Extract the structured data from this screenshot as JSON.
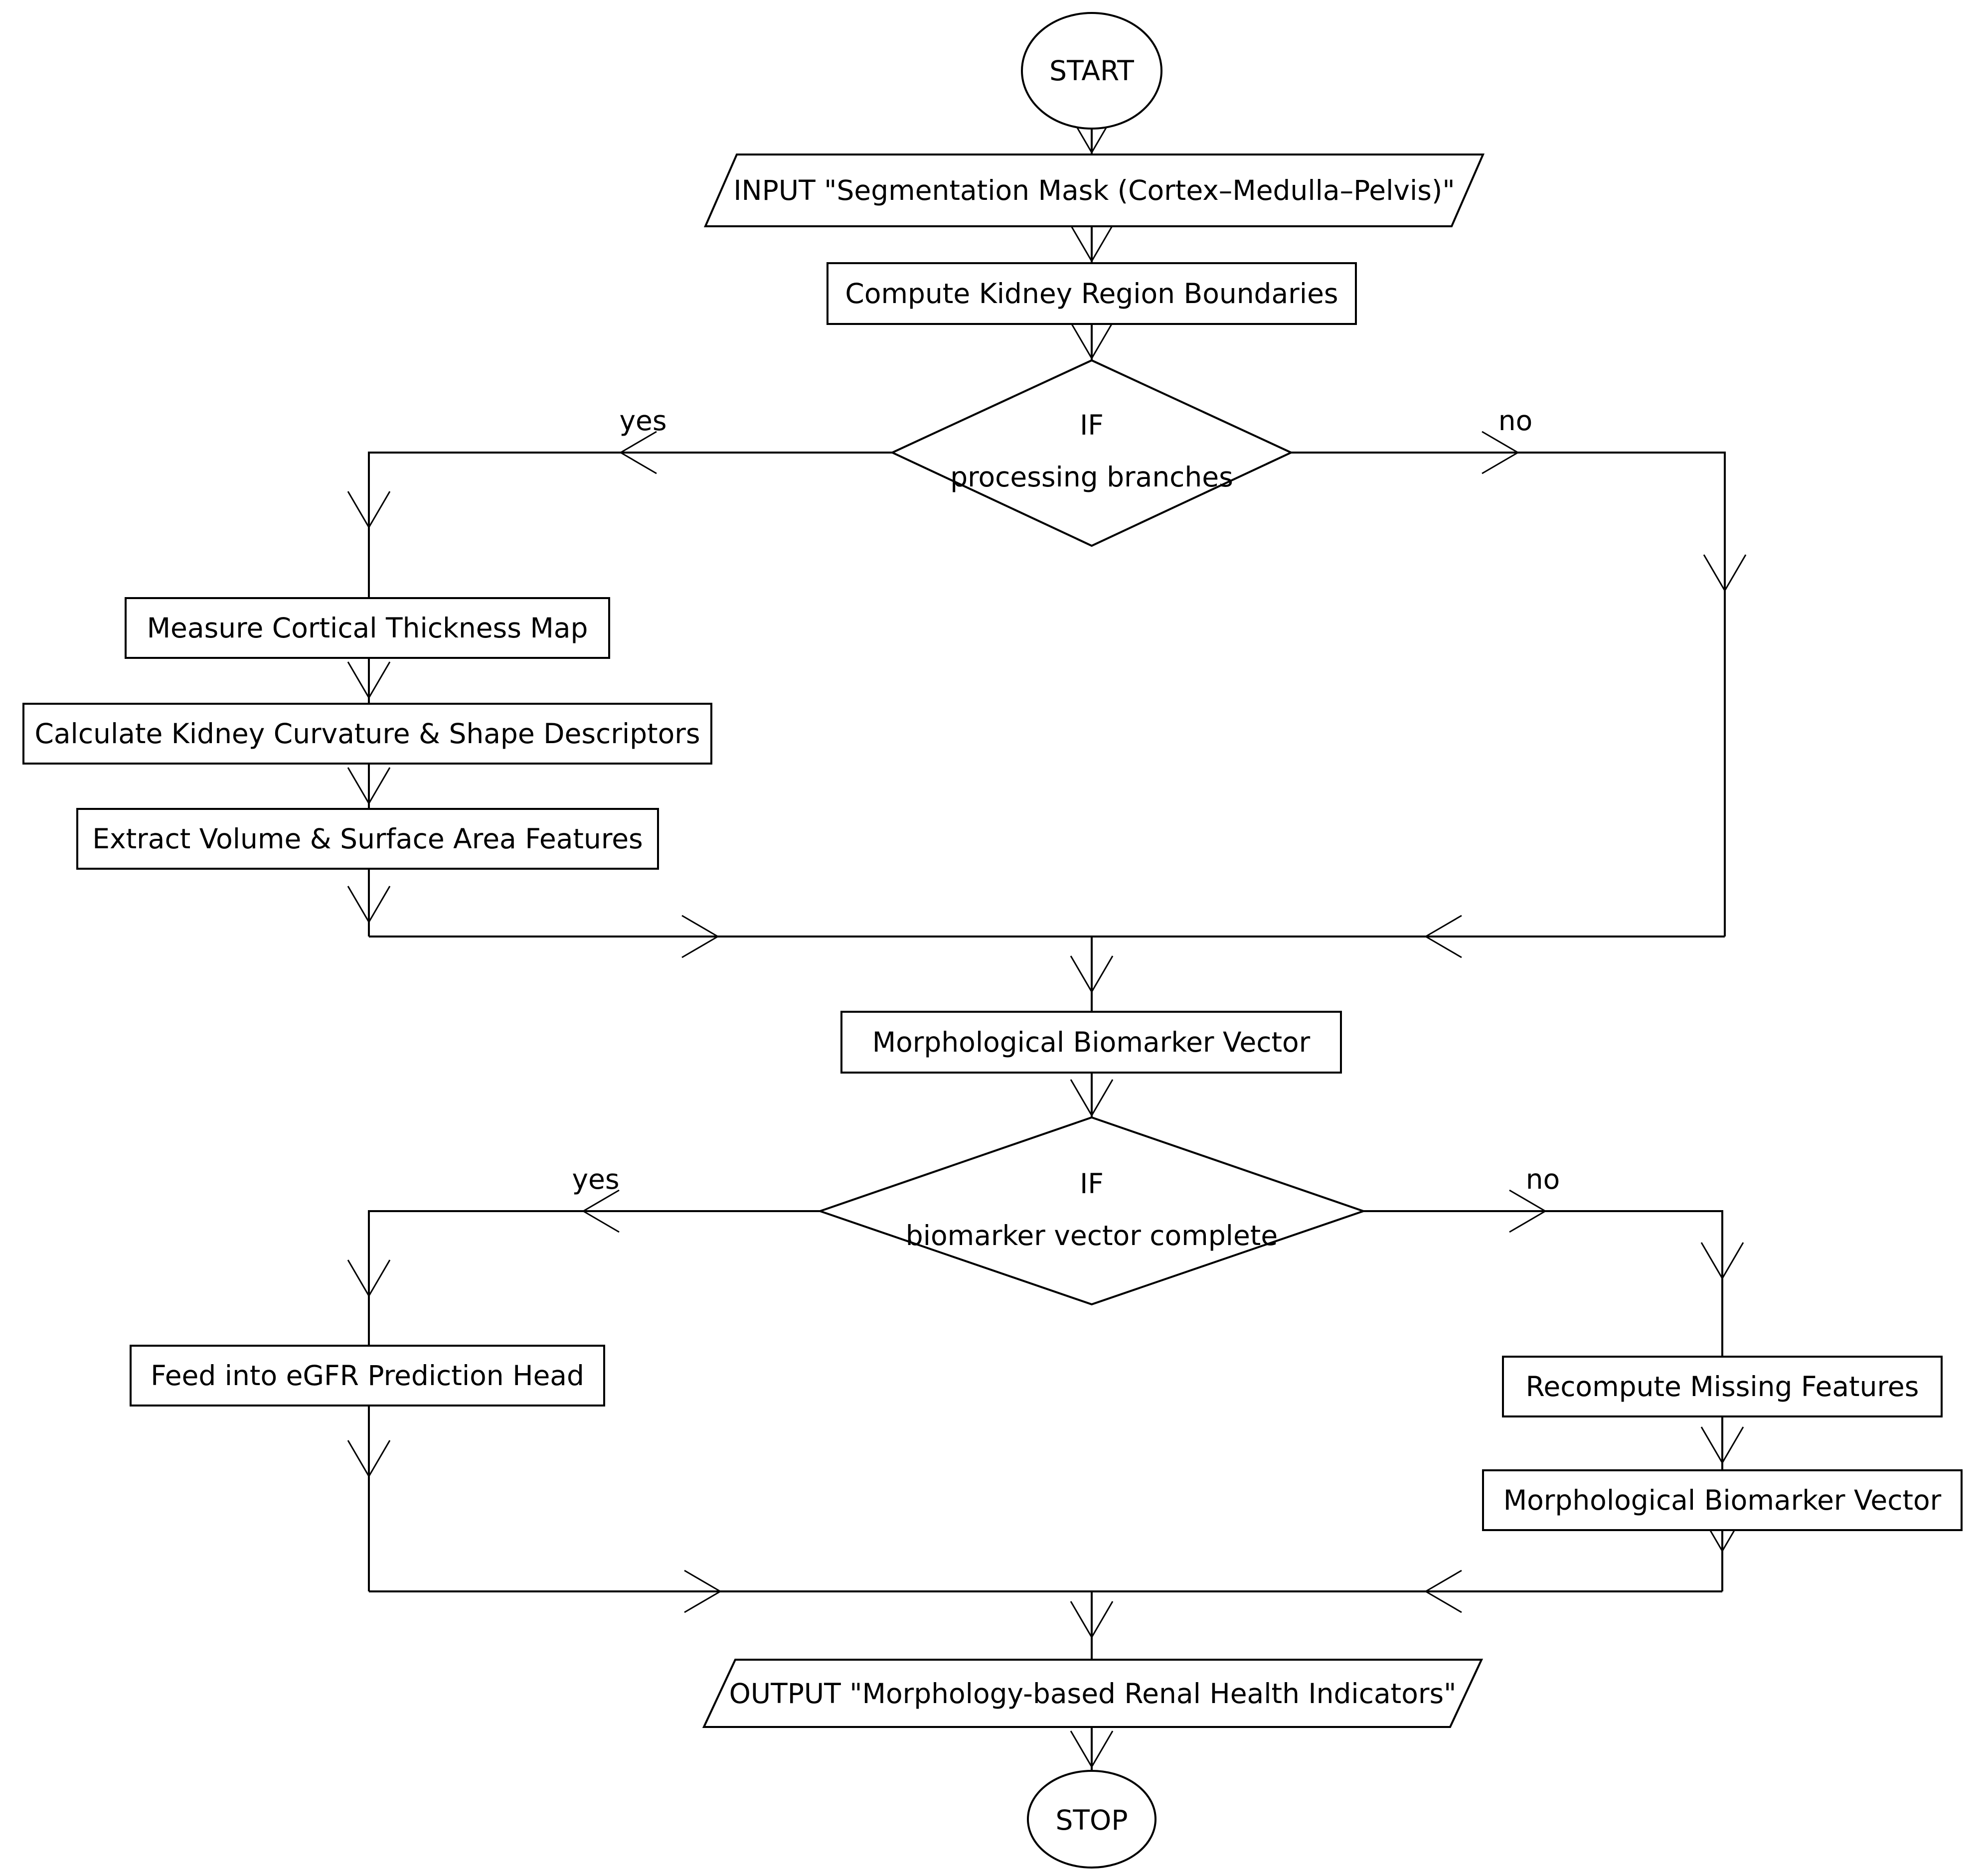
{
  "flowchart": {
    "title": "Kidney morphology biomarker flowchart",
    "colors": {
      "background": "#ffffff",
      "stroke": "#000000",
      "text": "#000000"
    },
    "nodes": {
      "start": {
        "label": "START",
        "type": "terminator"
      },
      "input": {
        "label": "INPUT \"Segmentation Mask (Cortex–Medulla–Pelvis)\"",
        "type": "io"
      },
      "compute": {
        "label": "Compute Kidney Region Boundaries",
        "type": "process"
      },
      "decision1": {
        "line1": "IF",
        "line2": "processing branches",
        "type": "decision",
        "yes_label": "yes",
        "no_label": "no"
      },
      "measure": {
        "label": "Measure Cortical Thickness Map",
        "type": "process"
      },
      "curvature": {
        "label": "Calculate Kidney Curvature & Shape Descriptors",
        "type": "process"
      },
      "extract": {
        "label": "Extract Volume & Surface Area Features",
        "type": "process"
      },
      "biomarker": {
        "label": "Morphological Biomarker Vector",
        "type": "process"
      },
      "decision2": {
        "line1": "IF",
        "line2": "biomarker vector complete",
        "type": "decision",
        "yes_label": "yes",
        "no_label": "no"
      },
      "feed": {
        "label": "Feed into eGFR Prediction Head",
        "type": "process"
      },
      "recompute": {
        "label": "Recompute Missing Features",
        "type": "process"
      },
      "biomarker2": {
        "label": "Morphological Biomarker Vector",
        "type": "process"
      },
      "output": {
        "label": "OUTPUT \"Morphology-based Renal Health Indicators\"",
        "type": "io"
      },
      "stop": {
        "label": "STOP",
        "type": "terminator"
      }
    }
  }
}
